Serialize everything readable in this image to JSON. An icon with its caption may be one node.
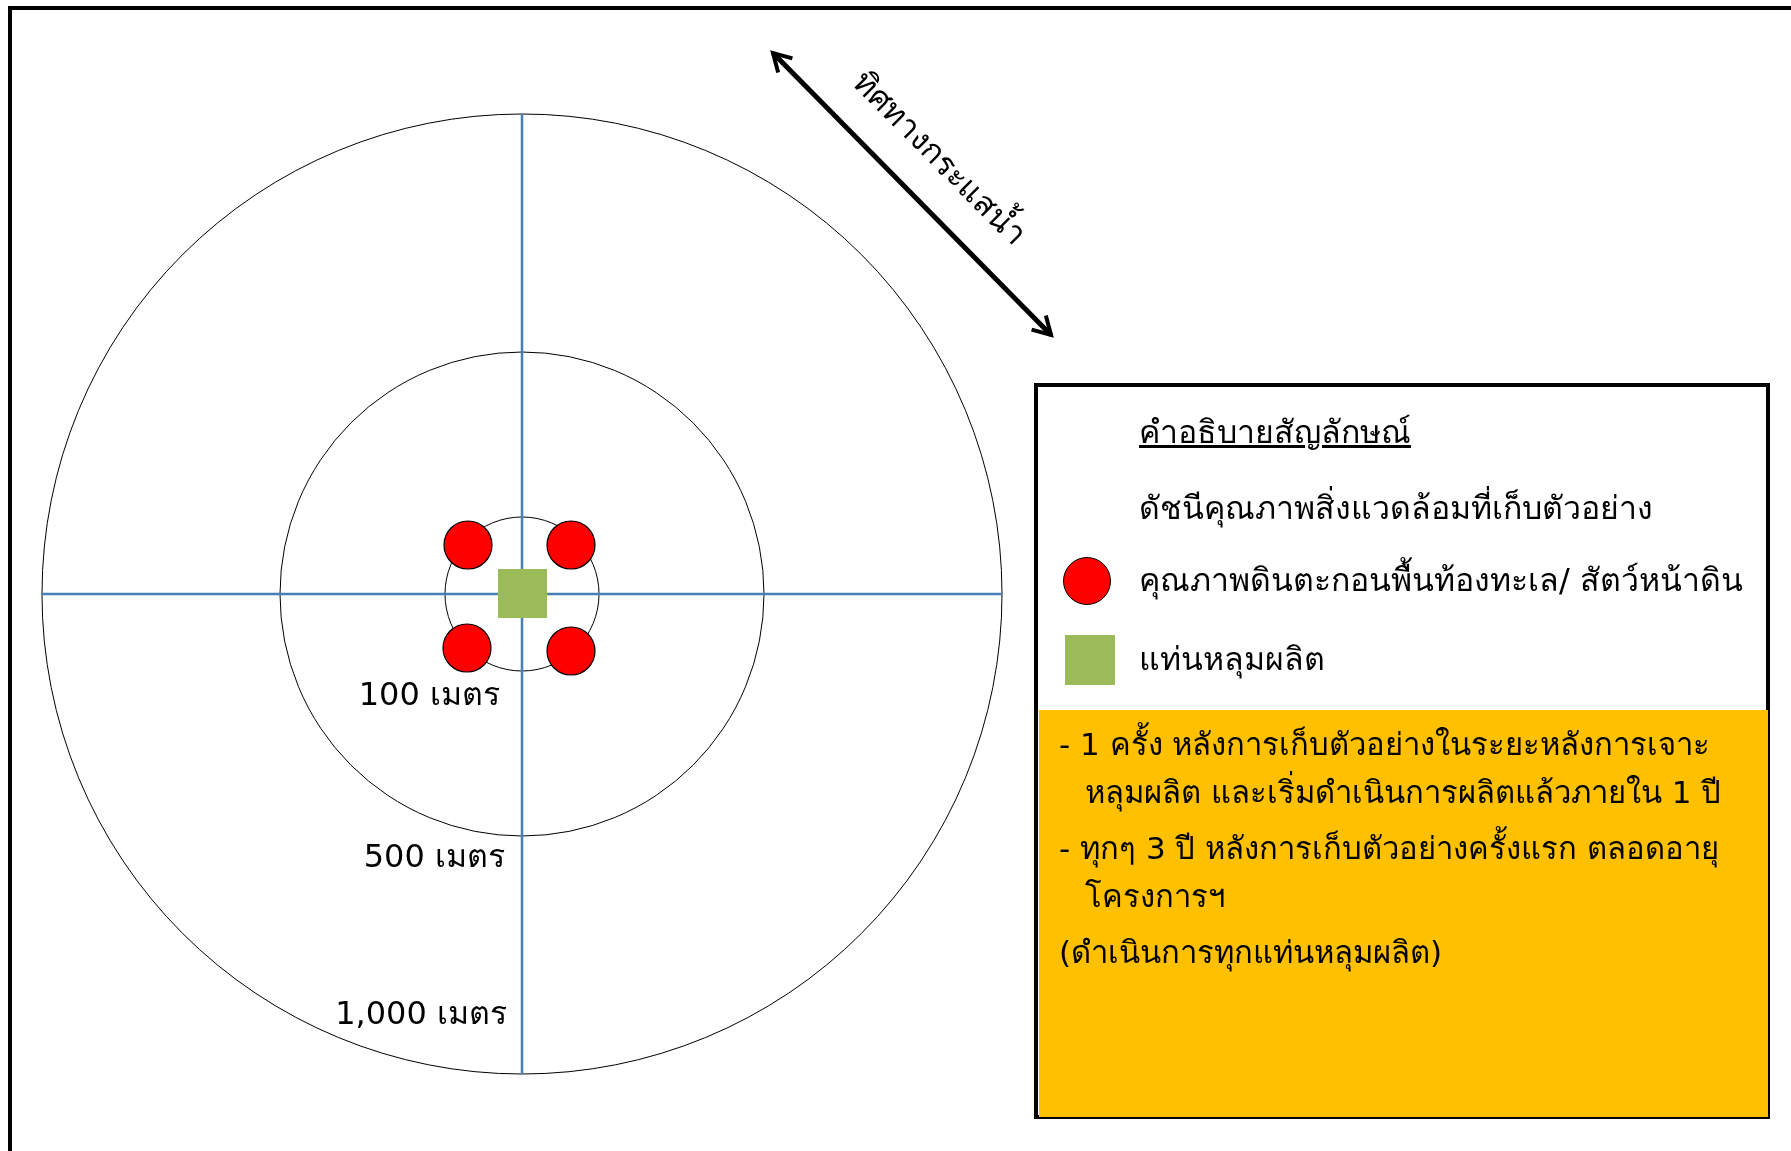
{
  "diagram": {
    "nodes": [
      {
        "text": [
          "- 1 ครั้ง หลังการเก็บตัวอย่างในระยะหลังการเจาะหลุมผลิต และเริ่มดำเนินการผลิตแล้วภายใน 1 ปี",
          "- ทุกๆ 3 ปี หลังการเก็บตัวอย่างครั้งแรก ตลอดอายุโครงการฯ",
          "(ดำเนินการทุกแท่นหลุมผลิต)"
        ]
      }
    ],
    "labels": [
      "ทิศทางกระแสน้ำ",
      "100 เมตร",
      "500 เมตร",
      "1,000 เมตร",
      "คำอธิบายสัญลักษณ์",
      "ดัชนีคุณภาพสิ่งแวดล้อมที่เก็บตัวอย่าง"
    ],
    "legend": [
      {
        "text": "คุณภาพดินตะกอนพื้นท้องทะเล/ สัตว์หน้าดิน",
        "color": "#ff0000"
      },
      {
        "text": "แท่นหลุมผลิต",
        "color": "#9bbb59"
      }
    ]
  }
}
